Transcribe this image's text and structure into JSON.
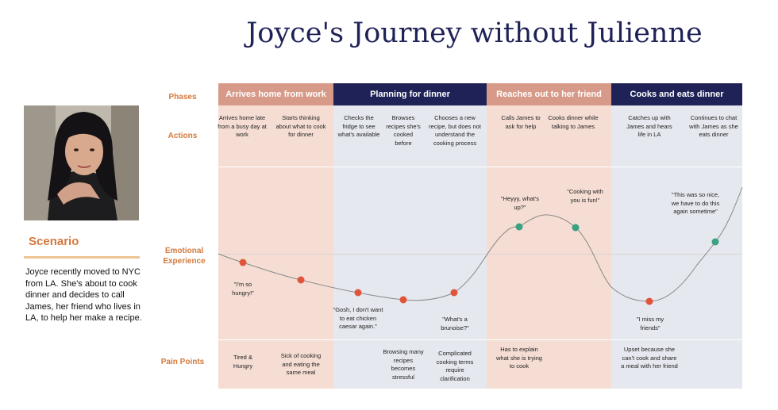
{
  "title": "Joyce's Journey without Julienne",
  "persona": {
    "photo_icon": "persona-photo-icon",
    "scenario_title": "Scenario",
    "scenario_text": "Joyce recently moved to NYC from LA. She's about to cook dinner and decides to call James, her friend who lives in LA, to help her make a recipe."
  },
  "row_labels": {
    "phases": "Phases",
    "actions": "Actions",
    "emotional": "Emotional Experience",
    "pain_points": "Pain Points"
  },
  "phases": [
    "Arrives home from work",
    "Planning for dinner",
    "Reaches out to her friend",
    "Cooks and eats dinner"
  ],
  "actions": [
    "Arrives home late from a busy day at work",
    "Starts thinking about what to cook for dinner",
    "Checks the fridge to see what's available",
    "Browses recipes she's cooked before",
    "Chooses a new recipe, but does not understand the cooking process",
    "Calls James to ask for help",
    "Cooks dinner while talking to James",
    "Catches up with James and hears life in LA",
    "Continues to chat with James as she eats dinner"
  ],
  "emotion_points": [
    {
      "quote": "\"I'm so hungry!\"",
      "sentiment": "negative"
    },
    {
      "quote": "",
      "sentiment": "negative"
    },
    {
      "quote": "\"Gosh, I don't want to eat chicken caesar again.\"",
      "sentiment": "negative"
    },
    {
      "quote": "",
      "sentiment": "negative"
    },
    {
      "quote": "\"What's a brunoise?\"",
      "sentiment": "negative"
    },
    {
      "quote": "\"Heyyy, what's up?\"",
      "sentiment": "positive"
    },
    {
      "quote": "\"Cooking with you is fun!\"",
      "sentiment": "positive"
    },
    {
      "quote": "\"I miss my friends\"",
      "sentiment": "negative"
    },
    {
      "quote": "\"This was so nice, we have to do this again sometime\"",
      "sentiment": "positive"
    }
  ],
  "pain_points": [
    "Tired & Hungry",
    "Sick of cooking and eating the same meal",
    "Browsing many recipes becomes stressful",
    "Complicated cooking terms require clarification",
    "Has to explain what she is trying to cook",
    "Upset because she can't cook and share a meal with her friend"
  ],
  "colors": {
    "navy": "#1f2257",
    "rose_header": "#d89a88",
    "rose_band": "#f5ddd3",
    "gray_band": "#e6e8ef",
    "accent_orange": "#d4793e",
    "negative_dot": "#e0553a",
    "positive_dot": "#3aa283"
  }
}
